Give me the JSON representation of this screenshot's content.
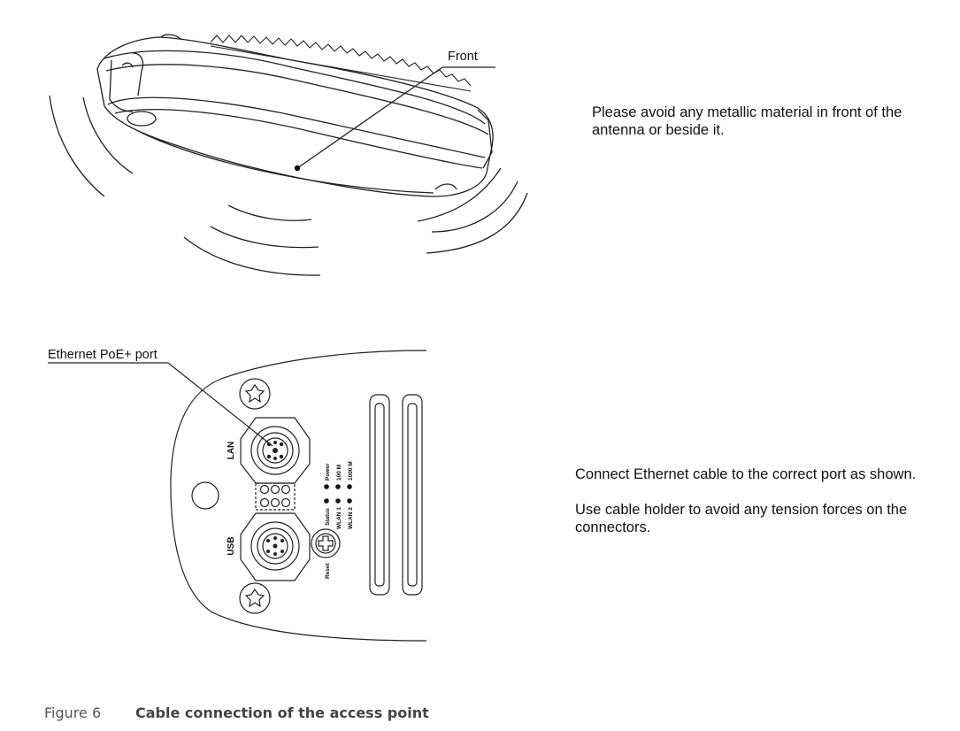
{
  "top_figure": {
    "callout_front": "Front"
  },
  "top_note": {
    "text": "Please avoid any metallic material in front of the antenna or beside it."
  },
  "bottom_figure": {
    "callout_port": "Ethernet PoE+ port",
    "port_lan": "LAN",
    "port_usb": "USB",
    "led_labels": [
      "Power",
      "100 M",
      "1000 M",
      "Status",
      "WLAN 1",
      "WLAN 2"
    ],
    "reset_label": "Reset"
  },
  "bottom_note": {
    "line1": "Connect Ethernet cable to the correct port as shown.",
    "line2": "Use cable holder to avoid any tension forces on the connectors."
  },
  "caption": {
    "number": "Figure 6",
    "title": "Cable connection of the access point"
  }
}
